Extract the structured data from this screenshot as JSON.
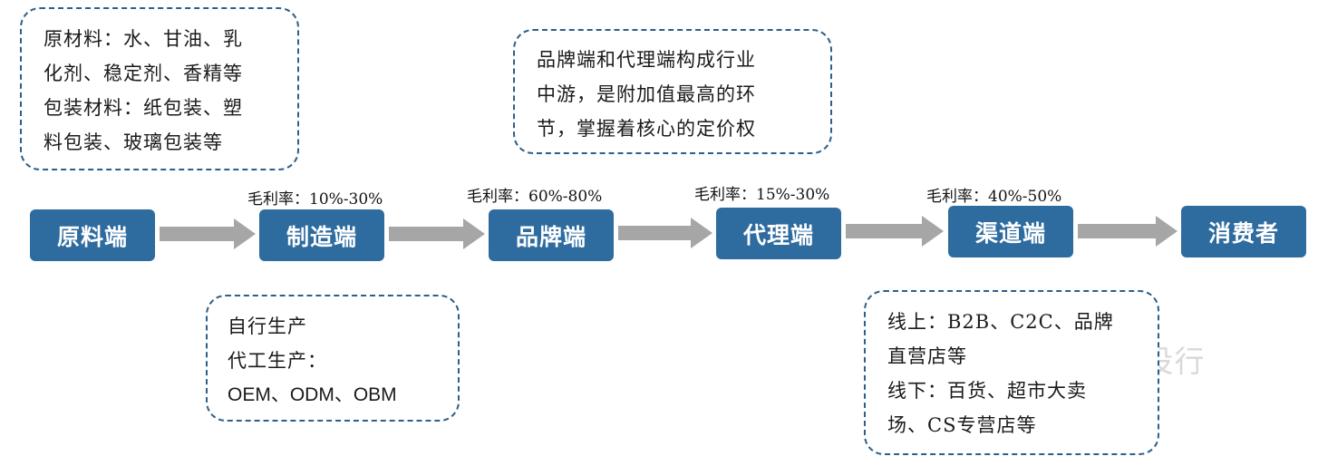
{
  "notes": {
    "raw_materials": [
      "原材料：水、甘油、乳",
      "化剂、稳定剂、香精等",
      "包装材料：纸包装、塑",
      "料包装、玻璃包装等"
    ],
    "brand": [
      "品牌端和代理端构成行业",
      "中游，是附加值最高的环",
      "节，掌握着核心的定价权"
    ],
    "manufacturing": [
      "自行生产",
      "代工生产：",
      "OEM、ODM、OBM"
    ],
    "channel": [
      "线上：B2B、C2C、品牌",
      "直营店等",
      "线下：百货、超市大卖",
      "场、CS专营店等"
    ]
  },
  "chain": {
    "nodes": [
      "原料端",
      "制造端",
      "品牌端",
      "代理端",
      "渠道端",
      "消费者"
    ],
    "margins": [
      "毛利率：10%-30%",
      "毛利率：60%-80%",
      "毛利率：15%-30%",
      "毛利率：40%-50%"
    ]
  },
  "colors": {
    "node_fill": "#2e6b9f",
    "arrow": "#a6a6a6",
    "note_border": "#2c5f8a"
  },
  "watermark": "资产信息网 千际投行"
}
